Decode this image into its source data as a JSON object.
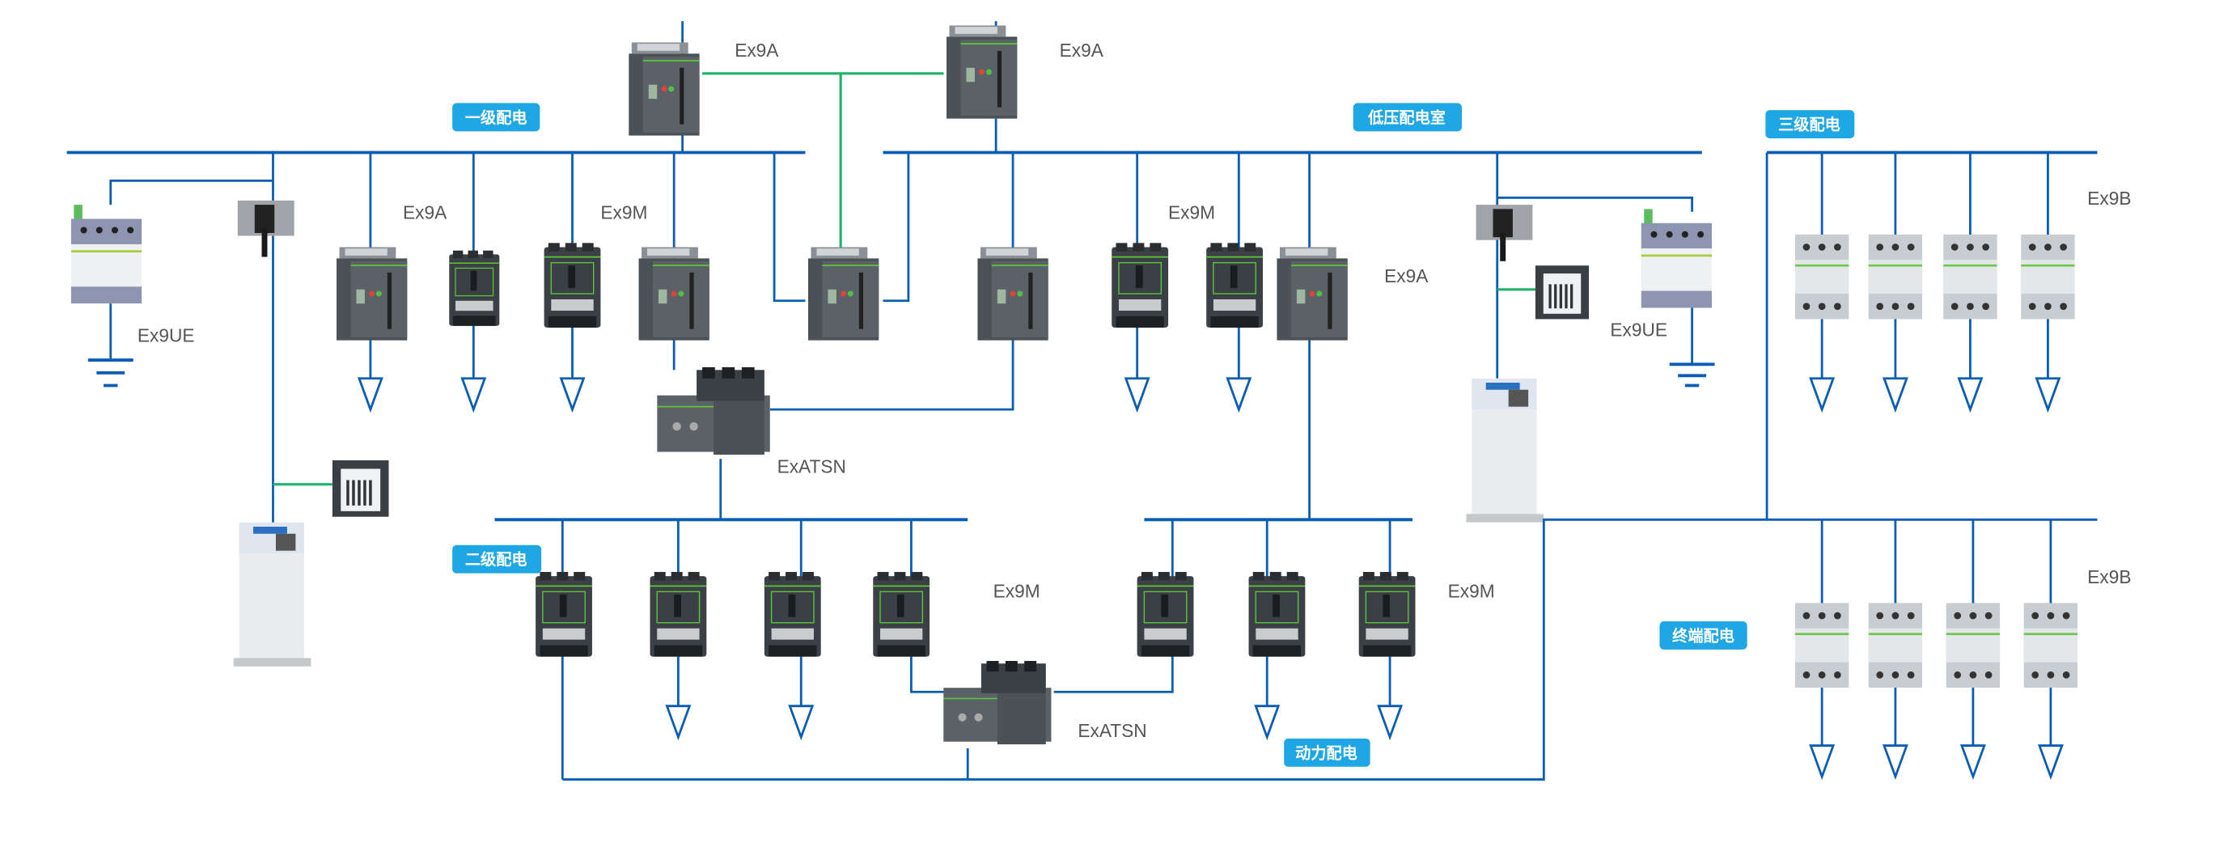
{
  "section_labels": {
    "level1": "一级配电",
    "lv_room": "低压配电室",
    "level3": "三级配电",
    "level2": "二级配电",
    "power": "动力配电",
    "terminal": "终端配电"
  },
  "device_labels": {
    "acb_incomer_left": "Ex9A",
    "acb_incomer_right": "Ex9A",
    "acb_feeder_left": "Ex9A",
    "mccb_feeder_left": "Ex9M",
    "mccb_feeder_right": "Ex9M",
    "acb_feeder_right": "Ex9A",
    "spd_left": "Ex9UE",
    "spd_right": "Ex9UE",
    "ats_upper": "ExATSN",
    "ats_lower": "ExATSN",
    "mccb_level2_left": "Ex9M",
    "mccb_level2_right": "Ex9M",
    "mcb_level3": "Ex9B",
    "mcb_terminal": "Ex9B"
  },
  "colors": {
    "bus": "#0a5db5",
    "control_link": "#1db36b",
    "tag": "#1ea7e4"
  }
}
